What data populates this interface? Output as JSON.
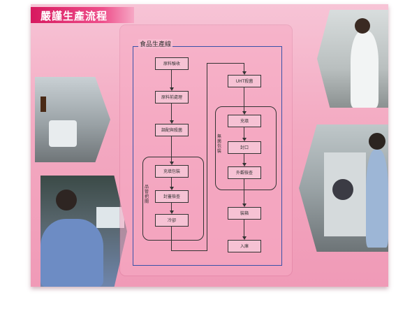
{
  "slide_title": "嚴謹生產流程",
  "diagram": {
    "title": "食品生產線",
    "left_column": [
      "原料驗收",
      "原料前處理",
      "調配與殺菌",
      "充填包裝",
      "封蓋檢查",
      "冷卻"
    ],
    "right_column": [
      "UHT殺菌",
      "充填",
      "封口",
      "外觀檢查",
      "裝箱",
      "入庫"
    ],
    "left_group_label": "品管把關",
    "right_group_label": "無菌包裝"
  },
  "colors": {
    "title_bar": "#d7195f",
    "background": "#f3a9c1",
    "frame_line": "#3a52a8"
  }
}
